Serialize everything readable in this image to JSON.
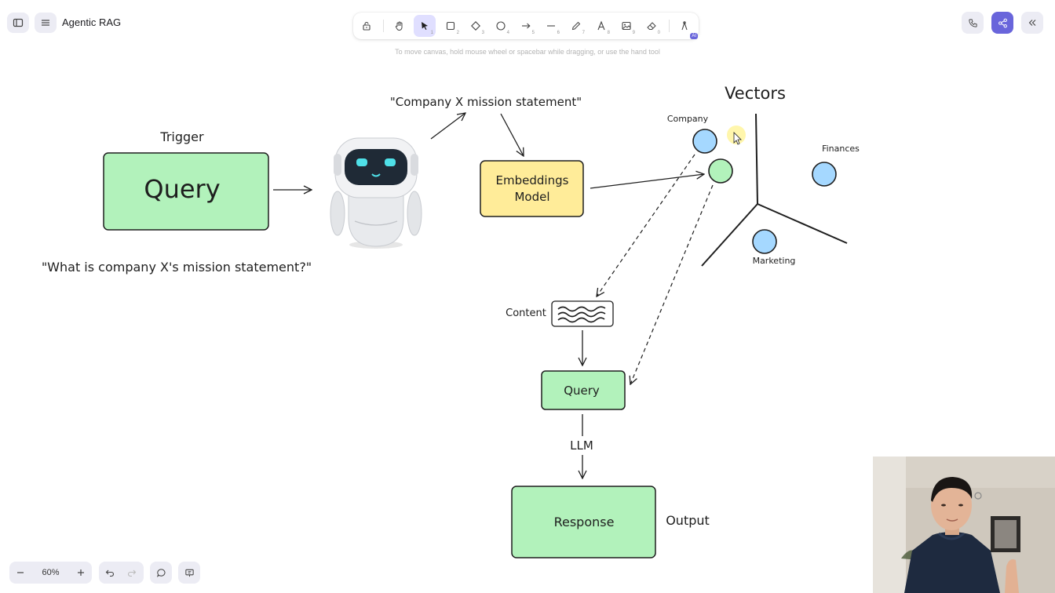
{
  "app": {
    "title": "Agentic RAG",
    "hint": "To move canvas, hold mouse wheel or spacebar while dragging, or use the hand tool",
    "zoom": "60%"
  },
  "toolbar": {
    "tools": [
      {
        "name": "lock-icon",
        "key": ""
      },
      {
        "name": "hand-icon",
        "key": ""
      },
      {
        "name": "selection-icon",
        "key": "1",
        "active": true
      },
      {
        "name": "rectangle-icon",
        "key": "2"
      },
      {
        "name": "diamond-icon",
        "key": "3"
      },
      {
        "name": "ellipse-icon",
        "key": "4"
      },
      {
        "name": "arrow-icon",
        "key": "5"
      },
      {
        "name": "line-icon",
        "key": "6"
      },
      {
        "name": "pencil-icon",
        "key": "7"
      },
      {
        "name": "text-icon",
        "key": "8"
      },
      {
        "name": "image-icon",
        "key": "9"
      },
      {
        "name": "eraser-icon",
        "key": "0"
      },
      {
        "name": "extra-tools-icon",
        "key": ""
      }
    ],
    "ai_badge": "AI"
  },
  "diagram": {
    "trigger_label": "Trigger",
    "query_box": "Query",
    "question": "\"What is company X's mission statement?\"",
    "search_query": "\"Company X mission statement\"",
    "embeddings_line1": "Embeddings",
    "embeddings_line2": "Model",
    "vectors_title": "Vectors",
    "company_label": "Company",
    "finances_label": "Finances",
    "marketing_label": "Marketing",
    "content_label": "Content",
    "query2_box": "Query",
    "llm_label": "LLM",
    "response_box": "Response",
    "output_label": "Output"
  },
  "colors": {
    "green_fill": "#b2f2bb",
    "yellow_fill": "#ffec99",
    "blue_fill": "#a5d8ff",
    "accent": "#6965db",
    "cursor_highlight": "#fff59d"
  }
}
